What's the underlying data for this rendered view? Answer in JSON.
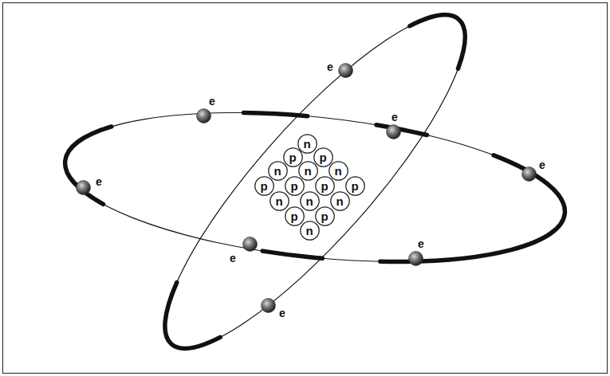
{
  "diagram": {
    "nodes": [
      {
        "text": [
          "e"
        ]
      },
      {
        "text": [
          "e"
        ]
      },
      {
        "text": [
          "e"
        ]
      },
      {
        "text": [
          "n"
        ]
      },
      {
        "text": [
          "p"
        ]
      },
      {
        "text": [
          "p"
        ]
      },
      {
        "text": [
          "n"
        ]
      },
      {
        "text": [
          "n"
        ]
      },
      {
        "text": [
          "n"
        ]
      },
      {
        "text": [
          "e"
        ]
      },
      {
        "text": [
          "p"
        ]
      },
      {
        "text": [
          "p"
        ]
      },
      {
        "text": [
          "p"
        ]
      },
      {
        "text": [
          "p"
        ]
      },
      {
        "text": [
          "e"
        ]
      },
      {
        "text": [
          "n"
        ]
      },
      {
        "text": [
          "n"
        ]
      },
      {
        "text": [
          "n"
        ]
      },
      {
        "text": [
          "p"
        ]
      },
      {
        "text": [
          "p"
        ]
      },
      {
        "text": [
          "n"
        ]
      },
      {
        "text": [
          "e"
        ]
      },
      {
        "text": [
          "e"
        ]
      },
      {
        "text": [
          "e"
        ]
      }
    ]
  }
}
